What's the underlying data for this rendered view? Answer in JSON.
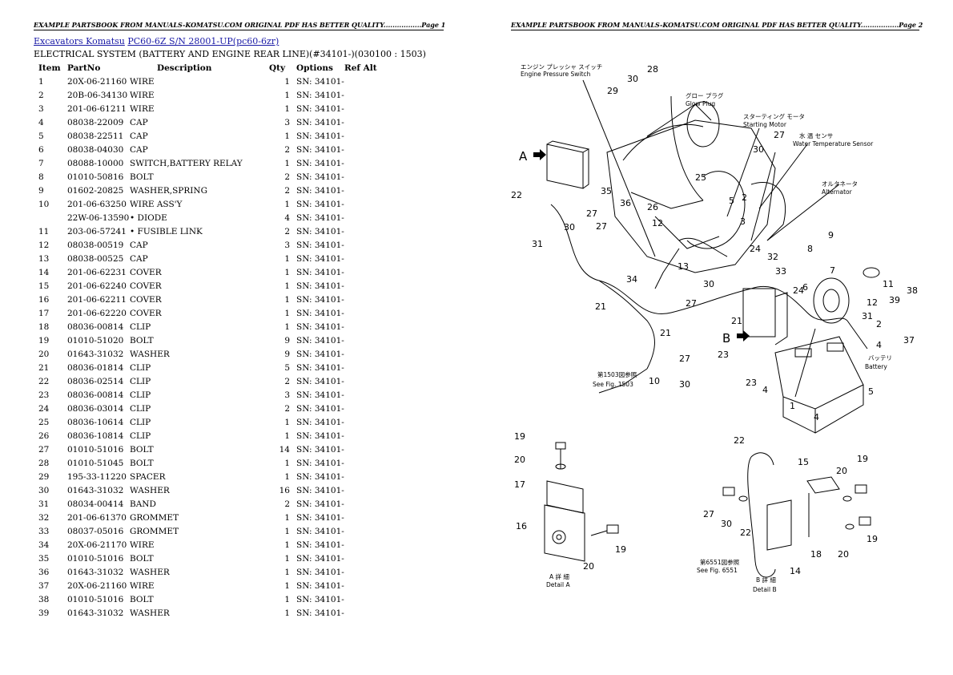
{
  "headers": {
    "left": "EXAMPLE PARTSBOOK FROM MANUALS-KOMATSU.COM ORIGINAL PDF HAS BETTER QUALITY.................Page 1",
    "right": "EXAMPLE PARTSBOOK FROM MANUALS-KOMATSU.COM ORIGINAL PDF HAS BETTER QUALITY.................Page 2"
  },
  "breadcrumb": {
    "link1": "Excavators Komatsu",
    "link2": "PC60-6Z S/N 28001-UP(pc60-6zr)"
  },
  "subtitle": "ELECTRICAL SYSTEM (BATTERY AND ENGINE REAR LINE)(#34101-)(030100 : 1503)",
  "table": {
    "columns": [
      "Item",
      "PartNo",
      "Description",
      "Qty",
      "Options",
      "Ref Alt"
    ],
    "rows": [
      [
        "1",
        "20X-06-21160",
        "WIRE",
        "1",
        "SN: 34101-"
      ],
      [
        "2",
        "20B-06-34130",
        "WIRE",
        "1",
        "SN: 34101-"
      ],
      [
        "3",
        "201-06-61211",
        "WIRE",
        "1",
        "SN: 34101-"
      ],
      [
        "4",
        "08038-22009",
        "CAP",
        "3",
        "SN: 34101-"
      ],
      [
        "5",
        "08038-22511",
        "CAP",
        "1",
        "SN: 34101-"
      ],
      [
        "6",
        "08038-04030",
        "CAP",
        "2",
        "SN: 34101-"
      ],
      [
        "7",
        "08088-10000",
        "SWITCH,BATTERY RELAY",
        "1",
        "SN: 34101-"
      ],
      [
        "8",
        "01010-50816",
        "BOLT",
        "2",
        "SN: 34101-"
      ],
      [
        "9",
        "01602-20825",
        "WASHER,SPRING",
        "2",
        "SN: 34101-"
      ],
      [
        "10",
        "201-06-63250",
        "WIRE ASS'Y",
        "1",
        "SN: 34101-"
      ],
      [
        "",
        "22W-06-13590",
        "• DIODE",
        "4",
        "SN: 34101-"
      ],
      [
        "11",
        "203-06-57241",
        "• FUSIBLE LINK",
        "2",
        "SN: 34101-"
      ],
      [
        "12",
        "08038-00519",
        "CAP",
        "3",
        "SN: 34101-"
      ],
      [
        "13",
        "08038-00525",
        "CAP",
        "1",
        "SN: 34101-"
      ],
      [
        "14",
        "201-06-62231",
        "COVER",
        "1",
        "SN: 34101-"
      ],
      [
        "15",
        "201-06-62240",
        "COVER",
        "1",
        "SN: 34101-"
      ],
      [
        "16",
        "201-06-62211",
        "COVER",
        "1",
        "SN: 34101-"
      ],
      [
        "17",
        "201-06-62220",
        "COVER",
        "1",
        "SN: 34101-"
      ],
      [
        "18",
        "08036-00814",
        "CLIP",
        "1",
        "SN: 34101-"
      ],
      [
        "19",
        "01010-51020",
        "BOLT",
        "9",
        "SN: 34101-"
      ],
      [
        "20",
        "01643-31032",
        "WASHER",
        "9",
        "SN: 34101-"
      ],
      [
        "21",
        "08036-01814",
        "CLIP",
        "5",
        "SN: 34101-"
      ],
      [
        "22",
        "08036-02514",
        "CLIP",
        "2",
        "SN: 34101-"
      ],
      [
        "23",
        "08036-00814",
        "CLIP",
        "3",
        "SN: 34101-"
      ],
      [
        "24",
        "08036-03014",
        "CLIP",
        "2",
        "SN: 34101-"
      ],
      [
        "25",
        "08036-10614",
        "CLIP",
        "1",
        "SN: 34101-"
      ],
      [
        "26",
        "08036-10814",
        "CLIP",
        "1",
        "SN: 34101-"
      ],
      [
        "27",
        "01010-51016",
        "BOLT",
        "14",
        "SN: 34101-"
      ],
      [
        "28",
        "01010-51045",
        "BOLT",
        "1",
        "SN: 34101-"
      ],
      [
        "29",
        "195-33-11220",
        "SPACER",
        "1",
        "SN: 34101-"
      ],
      [
        "30",
        "01643-31032",
        "WASHER",
        "16",
        "SN: 34101-"
      ],
      [
        "31",
        "08034-00414",
        "BAND",
        "2",
        "SN: 34101-"
      ],
      [
        "32",
        "201-06-61370",
        "GROMMET",
        "1",
        "SN: 34101-"
      ],
      [
        "33",
        "08037-05016",
        "GROMMET",
        "1",
        "SN: 34101-"
      ],
      [
        "34",
        "20X-06-21170",
        "WIRE",
        "1",
        "SN: 34101-"
      ],
      [
        "35",
        "01010-51016",
        "BOLT",
        "1",
        "SN: 34101-"
      ],
      [
        "36",
        "01643-31032",
        "WASHER",
        "1",
        "SN: 34101-"
      ],
      [
        "37",
        "20X-06-21160",
        "WIRE",
        "1",
        "SN: 34101-"
      ],
      [
        "38",
        "01010-51016",
        "BOLT",
        "1",
        "SN: 34101-"
      ],
      [
        "39",
        "01643-31032",
        "WASHER",
        "1",
        "SN: 34101-"
      ]
    ]
  },
  "diagram": {
    "labels": {
      "engine_pressure_switch_jp": "エンジン プレッシャ スイッチ",
      "engine_pressure_switch": "Engine Pressure Switch",
      "glow_plug_jp": "グロー プラグ",
      "glow_plug": "Glow Plug",
      "starting_motor_jp": "スターティング モータ",
      "starting_motor": "Starting Motor",
      "water_temp_sensor_jp": "水 温 センサ",
      "water_temp_sensor": "Water Temperature Sensor",
      "alternator_jp": "オルタネータ",
      "alternator": "Alternator",
      "battery_jp": "バッテリ",
      "battery": "Battery",
      "see_fig_1503_jp": "第1503図参照",
      "see_fig_1503": "See Fig. 1503",
      "see_fig_6551_jp": "第6551図参照",
      "see_fig_6551": "See Fig. 6551",
      "detail_a_jp": "A 詳 細",
      "detail_a": "Detail A",
      "detail_b_jp": "B 詳 細",
      "detail_b": "Detail B",
      "marker_a": "A",
      "marker_b": "B"
    },
    "callouts": [
      {
        "id": "c1",
        "n": "28"
      },
      {
        "id": "c2",
        "n": "29"
      },
      {
        "id": "c3",
        "n": "30"
      },
      {
        "id": "c4",
        "n": "27"
      },
      {
        "id": "c5",
        "n": "30"
      },
      {
        "id": "c6",
        "n": "22"
      },
      {
        "id": "c7",
        "n": "35"
      },
      {
        "id": "c8",
        "n": "36"
      },
      {
        "id": "c9",
        "n": "27"
      },
      {
        "id": "c10",
        "n": "30"
      },
      {
        "id": "c11",
        "n": "27"
      },
      {
        "id": "c12",
        "n": "31"
      },
      {
        "id": "c13",
        "n": "26"
      },
      {
        "id": "c14",
        "n": "12"
      },
      {
        "id": "c15",
        "n": "25"
      },
      {
        "id": "c16",
        "n": "5"
      },
      {
        "id": "c17",
        "n": "2"
      },
      {
        "id": "c18",
        "n": "3"
      },
      {
        "id": "c19",
        "n": "24"
      },
      {
        "id": "c20",
        "n": "32"
      },
      {
        "id": "c21",
        "n": "13"
      },
      {
        "id": "c22",
        "n": "34"
      },
      {
        "id": "c23",
        "n": "30"
      },
      {
        "id": "c24",
        "n": "27"
      },
      {
        "id": "c25",
        "n": "21"
      },
      {
        "id": "c26",
        "n": "21"
      },
      {
        "id": "c27",
        "n": "21"
      },
      {
        "id": "c28",
        "n": "33"
      },
      {
        "id": "c29",
        "n": "24"
      },
      {
        "id": "c30",
        "n": "8"
      },
      {
        "id": "c31",
        "n": "9"
      },
      {
        "id": "c32",
        "n": "7"
      },
      {
        "id": "c33",
        "n": "6"
      },
      {
        "id": "c34",
        "n": "12"
      },
      {
        "id": "c35",
        "n": "11"
      },
      {
        "id": "c36",
        "n": "38"
      },
      {
        "id": "c37",
        "n": "39"
      },
      {
        "id": "c38",
        "n": "31"
      },
      {
        "id": "c39",
        "n": "2"
      },
      {
        "id": "c40",
        "n": "4"
      },
      {
        "id": "c41",
        "n": "37"
      },
      {
        "id": "c42",
        "n": "23"
      },
      {
        "id": "c43",
        "n": "27"
      },
      {
        "id": "c44",
        "n": "10"
      },
      {
        "id": "c45",
        "n": "30"
      },
      {
        "id": "c46",
        "n": "23"
      },
      {
        "id": "c47",
        "n": "4"
      },
      {
        "id": "c48",
        "n": "1"
      },
      {
        "id": "c49",
        "n": "4"
      },
      {
        "id": "c50",
        "n": "5"
      },
      {
        "id": "c51",
        "n": "19"
      },
      {
        "id": "c52",
        "n": "20"
      },
      {
        "id": "c53",
        "n": "17"
      },
      {
        "id": "c54",
        "n": "16"
      },
      {
        "id": "c55",
        "n": "19"
      },
      {
        "id": "c56",
        "n": "20"
      },
      {
        "id": "c57",
        "n": "22"
      },
      {
        "id": "c58",
        "n": "15"
      },
      {
        "id": "c59",
        "n": "20"
      },
      {
        "id": "c60",
        "n": "19"
      },
      {
        "id": "c61",
        "n": "27"
      },
      {
        "id": "c62",
        "n": "30"
      },
      {
        "id": "c63",
        "n": "22"
      },
      {
        "id": "c64",
        "n": "18"
      },
      {
        "id": "c65",
        "n": "20"
      },
      {
        "id": "c66",
        "n": "19"
      },
      {
        "id": "c67",
        "n": "14"
      }
    ]
  }
}
